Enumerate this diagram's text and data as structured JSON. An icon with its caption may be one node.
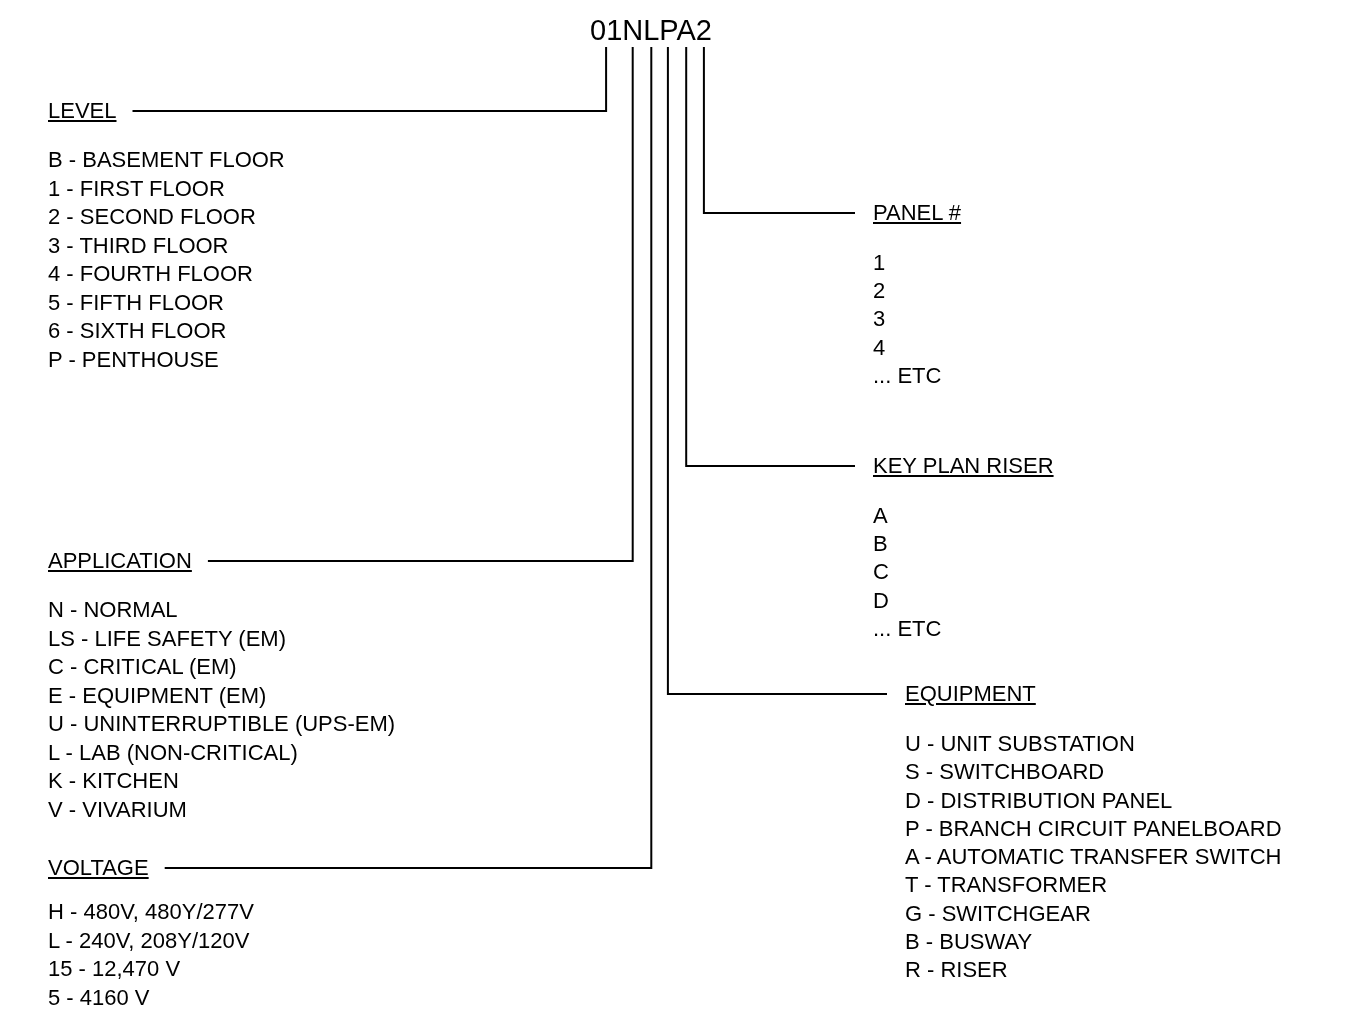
{
  "diagram": {
    "nodes": [
      {
        "text": [
          "01NLPA2"
        ]
      },
      {
        "text": [
          "LEVEL"
        ],
        "beside": [
          "B - BASEMENT FLOOR",
          "1 - FIRST FLOOR",
          "2 - SECOND FLOOR",
          "3 - THIRD FLOOR",
          "4 - FOURTH FLOOR",
          "5 - FIFTH FLOOR",
          "6 - SIXTH FLOOR",
          "P - PENTHOUSE"
        ]
      },
      {
        "text": [
          "PANEL #"
        ],
        "beside": [
          "1",
          "2",
          "3",
          "4",
          "... ETC"
        ]
      },
      {
        "text": [
          "KEY PLAN RISER"
        ],
        "beside": [
          "A",
          "B",
          "C",
          "D",
          "... ETC"
        ]
      },
      {
        "text": [
          "APPLICATION"
        ],
        "beside": [
          "N - NORMAL",
          "LS - LIFE SAFETY (EM)",
          "C - CRITICAL (EM)",
          "E - EQUIPMENT (EM)",
          "U - UNINTERRUPTIBLE (UPS-EM)",
          "L - LAB (NON-CRITICAL)",
          "K - KITCHEN",
          "V - VIVARIUM"
        ]
      },
      {
        "text": [
          "EQUIPMENT"
        ],
        "beside": [
          "U - UNIT SUBSTATION",
          "S - SWITCHBOARD",
          "D - DISTRIBUTION PANEL",
          "P - BRANCH CIRCUIT PANELBOARD",
          "A - AUTOMATIC TRANSFER SWITCH",
          "T - TRANSFORMER",
          "G - SWITCHGEAR",
          "B - BUSWAY",
          "R - RISER"
        ]
      },
      {
        "text": [
          "VOLTAGE"
        ],
        "beside": [
          "H - 480V, 480Y/277V",
          "L - 240V, 208Y/120V",
          "15 - 12,470 V",
          "5 - 4160 V"
        ]
      }
    ],
    "edges": [
      {
        "from": 1,
        "to": 0,
        "arrow": "none"
      },
      {
        "from": 2,
        "to": 0,
        "arrow": "none"
      },
      {
        "from": 3,
        "to": 0,
        "arrow": "none"
      },
      {
        "from": 4,
        "to": 0,
        "arrow": "none"
      },
      {
        "from": 5,
        "to": 0,
        "arrow": "none"
      },
      {
        "from": 6,
        "to": 0,
        "arrow": "none"
      }
    ]
  }
}
